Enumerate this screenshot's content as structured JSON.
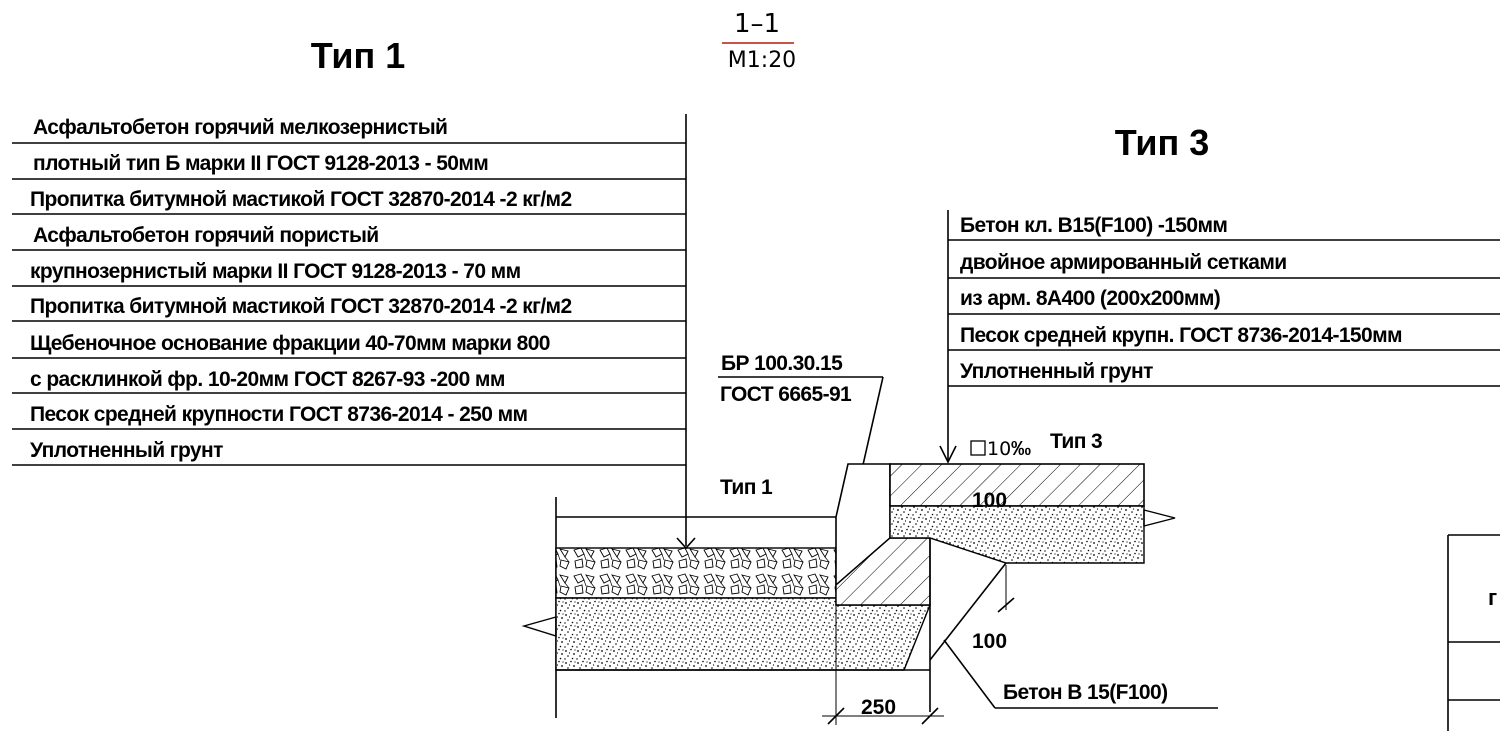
{
  "titles": {
    "type1": "Тип 1",
    "type3": "Тип 3"
  },
  "section": {
    "mark": "1–1",
    "scale": "М1:20"
  },
  "type1_layers": [
    "Асфальтобетон горячий мелкозернистый",
    "плотный тип Б марки II ГОСТ 9128-2013 - 50мм",
    "Пропитка битумной мастикой ГОСТ 32870-2014 -2 кг/м2",
    "Асфальтобетон горячий пористый",
    "крупнозернистый марки II ГОСТ 9128-2013 - 70 мм",
    "Пропитка битумной мастикой ГОСТ 32870-2014 -2 кг/м2",
    "Щебеночное основание фракции 40-70мм марки 800",
    "с расклинкой фр. 10-20мм ГОСТ 8267-93  -200 мм",
    "Песок средней крупности ГОСТ 8736-2014 - 250 мм",
    "Уплотненный грунт"
  ],
  "type3_layers": [
    "Бетон кл. В15(F100)   -150мм",
    "двойное армированный сетками",
    "из арм. 8А400 (200х200мм)",
    "Песок средней  крупн. ГОСТ 8736-2014-150мм",
    "Уплотненный грунт"
  ],
  "curb": {
    "mark": "БР 100.30.15",
    "standard": "ГОСТ 6665-91"
  },
  "slope": {
    "value": "10",
    "unit": "‰",
    "type": "Тип 3"
  },
  "drawing_labels": {
    "type1_tag": "Тип 1",
    "dim_100_upper": "100",
    "dim_100_lower": "100",
    "dim_250": "250",
    "concrete": "Бетон  В 15(F100)",
    "cut_letter": "г"
  }
}
